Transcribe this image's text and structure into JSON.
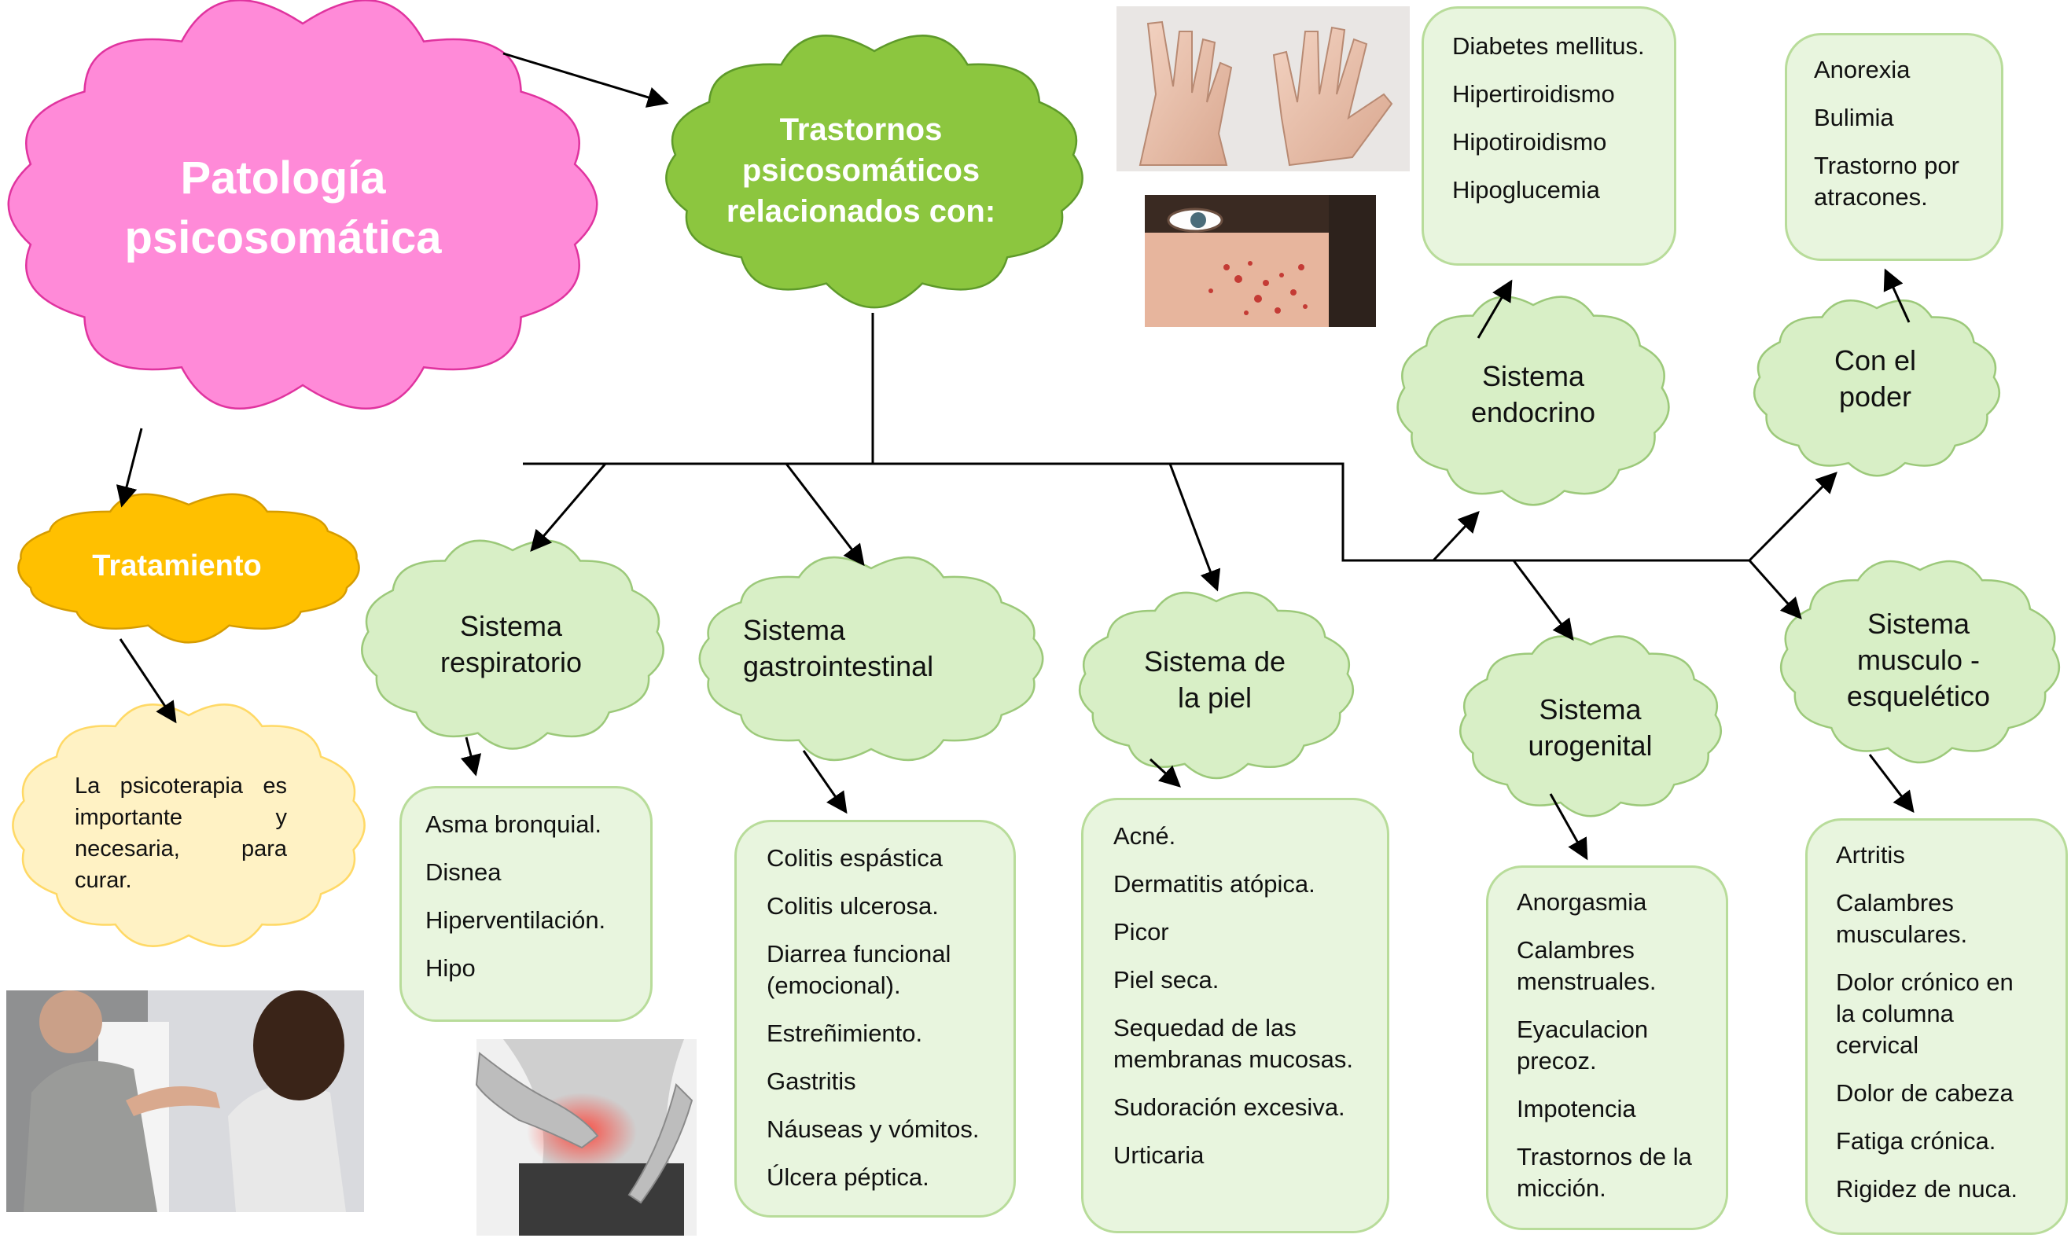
{
  "title": "Patología psicosomática",
  "central": "Trastornos psicosomáticos relacionados con:",
  "treatment": {
    "label": "Tratamiento",
    "note": "La psicoterapia es importante y necesaria, para curar."
  },
  "systems": {
    "respiratorio": {
      "label": "Sistema respiratorio",
      "items": [
        "Asma bronquial.",
        "Disnea",
        "Hiperventilación.",
        "Hipo"
      ]
    },
    "gastrointestinal": {
      "label": "Sistema gastrointestinal",
      "items": [
        "Colitis espástica",
        "Colitis ulcerosa.",
        "Diarrea funcional (emocional).",
        "Estreñimiento.",
        "Gastritis",
        "Náuseas y vómitos.",
        "Úlcera péptica."
      ]
    },
    "piel": {
      "label": "Sistema de la piel",
      "items": [
        "Acné.",
        "Dermatitis atópica.",
        "Picor",
        "Piel seca.",
        "Sequedad de las membranas mucosas.",
        "Sudoración excesiva.",
        "Urticaria"
      ]
    },
    "urogenital": {
      "label": "Sistema urogenital",
      "items": [
        "Anorgasmia",
        "Calambres menstruales.",
        "Eyaculacion precoz.",
        "Impotencia",
        "Trastornos de la micción."
      ]
    },
    "endocrino": {
      "label": "Sistema endocrino",
      "items": [
        "Diabetes mellitus.",
        "Hipertiroidismo",
        "Hipotiroidismo",
        "Hipoglucemia"
      ]
    },
    "poder": {
      "label": "Con el poder",
      "items": [
        "Anorexia",
        "Bulimia",
        "Trastorno por atracones."
      ]
    },
    "musculo": {
      "label": "Sistema musculo - esquelético",
      "items": [
        "Artritis",
        "Calambres musculares.",
        "Dolor crónico en la columna cervical",
        "Dolor de cabeza",
        "Fatiga crónica.",
        "Rigidez de nuca."
      ]
    }
  },
  "colors": {
    "title_cloud": "#ff8ad8",
    "title_cloud_border": "#e0339f",
    "central_cloud": "#8cc63f",
    "central_cloud_border": "#5e9a2a",
    "treatment_cloud": "#ffc000",
    "treatment_cloud_border": "#d69c00",
    "note_cloud": "#fff2c4",
    "note_cloud_border": "#ffd966",
    "system_cloud": "#d8efc6",
    "system_cloud_border": "#9cc97a",
    "box_fill": "#e8f5de",
    "box_border": "#b8dc9a"
  },
  "photos": {
    "hands": "arthritic-hands-photo",
    "face": "acne-skin-photo",
    "therapy": "therapy-session-photo",
    "stomach": "stomach-pain-photo"
  }
}
